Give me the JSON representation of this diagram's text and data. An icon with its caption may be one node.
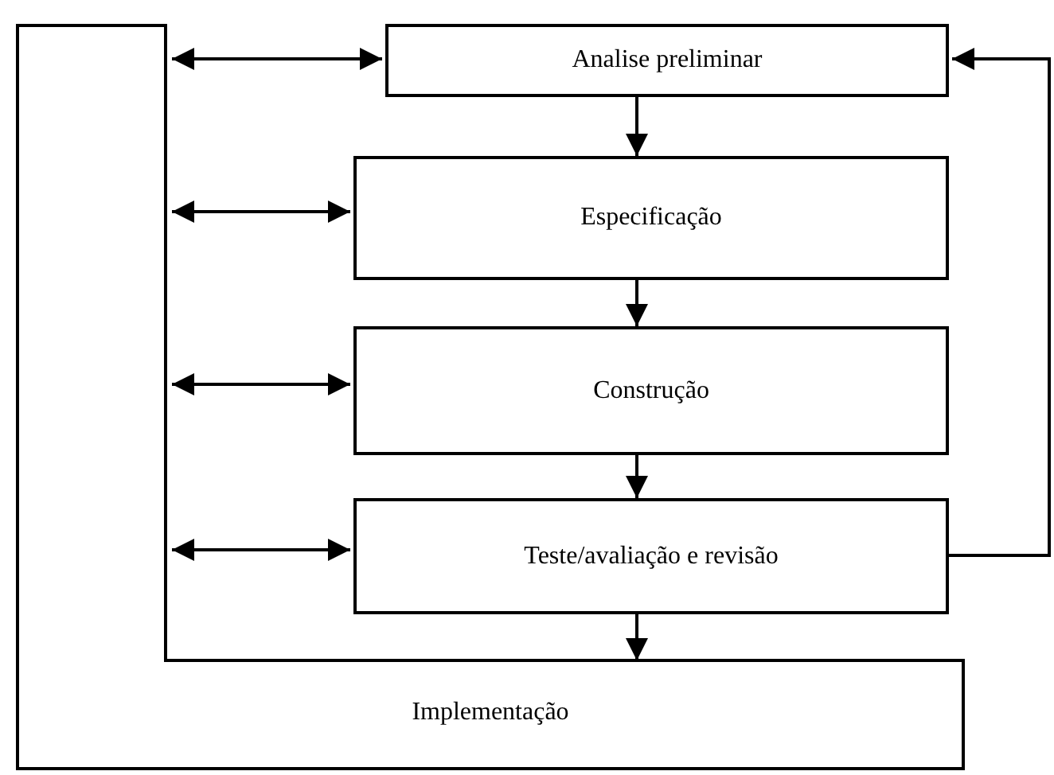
{
  "diagram": {
    "nodes": [
      {
        "text": [
          "Analise preliminar"
        ]
      },
      {
        "text": [
          "Especificação"
        ]
      },
      {
        "text": [
          "Construção"
        ]
      },
      {
        "text": [
          "Teste/avaliação e revisão"
        ]
      },
      {
        "text": [
          "Implementação"
        ]
      }
    ],
    "edges": [
      {
        "from": 4,
        "to": 0,
        "arrow": "both"
      },
      {
        "from": 0,
        "to": 1,
        "arrow": "to"
      },
      {
        "from": 4,
        "to": 1,
        "arrow": "both"
      },
      {
        "from": 1,
        "to": 2,
        "arrow": "to"
      },
      {
        "from": 4,
        "to": 2,
        "arrow": "both"
      },
      {
        "from": 2,
        "to": 3,
        "arrow": "to"
      },
      {
        "from": 4,
        "to": 3,
        "arrow": "both"
      },
      {
        "from": 3,
        "to": 4,
        "arrow": "to"
      },
      {
        "from": 3,
        "to": 0,
        "arrow": "to"
      }
    ]
  }
}
